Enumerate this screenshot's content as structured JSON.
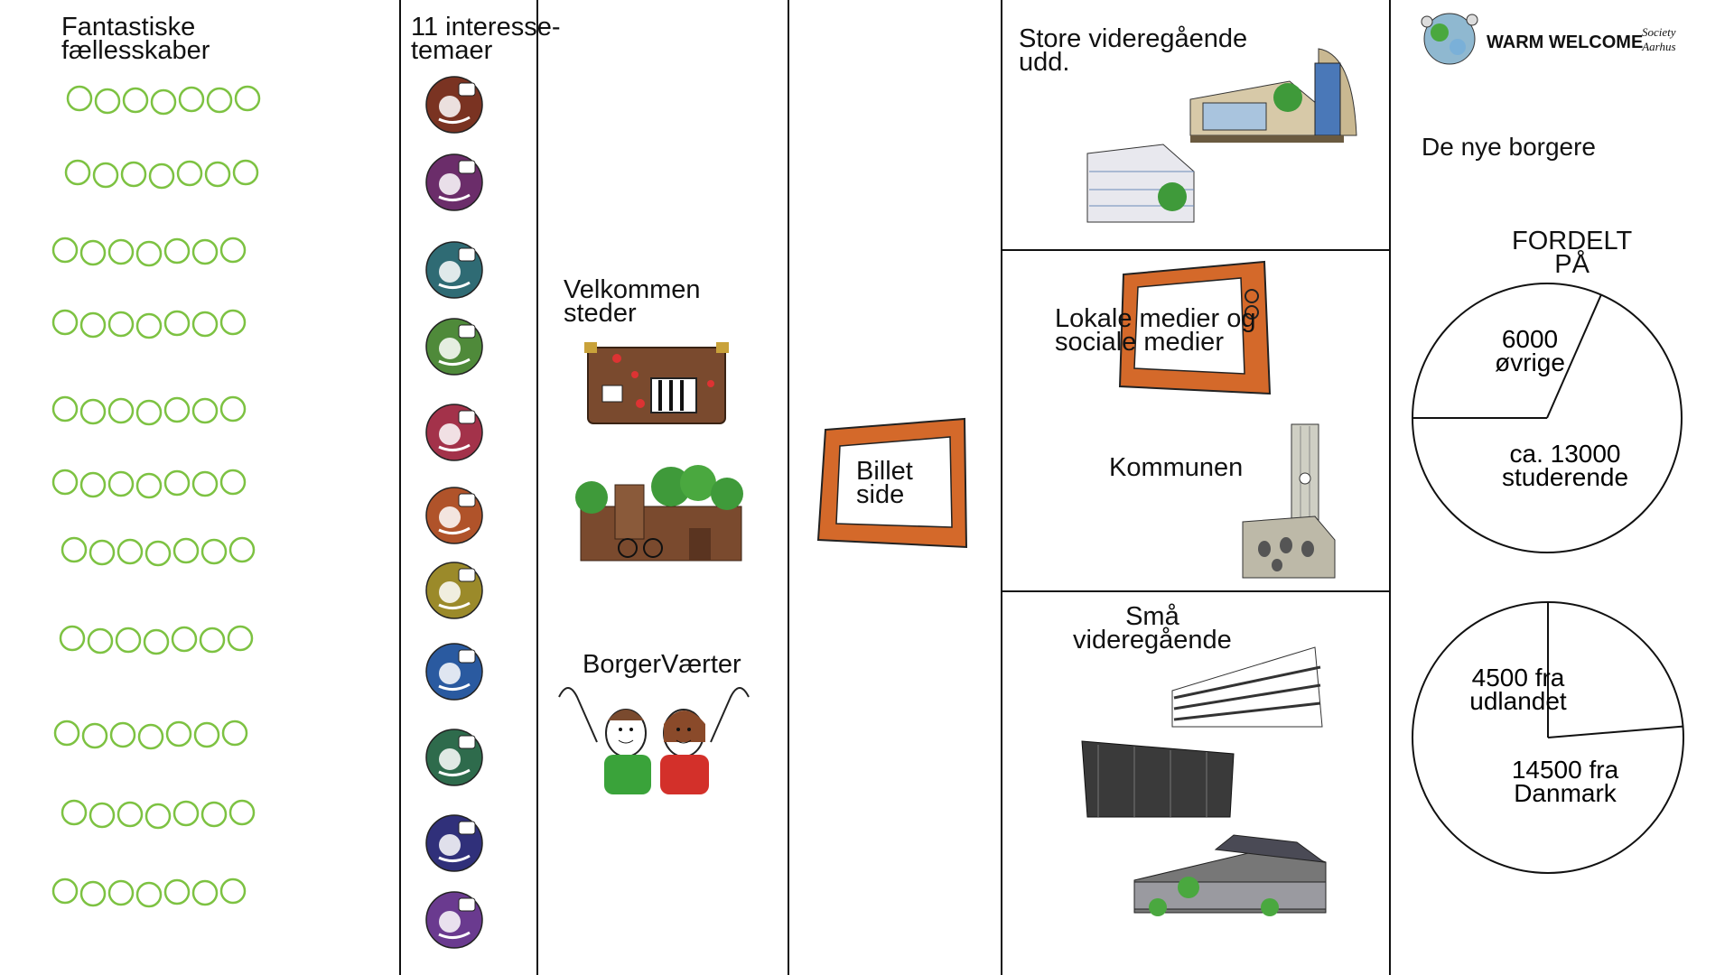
{
  "columns": {
    "communities": {
      "title": "Fantastiske\nfællesskaber",
      "rows": 11,
      "circles_per_row": 7,
      "circle_color": "#7dc242"
    },
    "themes": {
      "title": "11 interesse-\ntemaer",
      "icons": [
        {
          "name": "crafts-icon",
          "color": "#7a3322"
        },
        {
          "name": "music-people-icon",
          "color": "#6b2d6a"
        },
        {
          "name": "theatre-computer-icon",
          "color": "#2f6b74"
        },
        {
          "name": "nature-food-icon",
          "color": "#4f8a3a"
        },
        {
          "name": "helping-hand-icon",
          "color": "#a3324a"
        },
        {
          "name": "handshake-icon",
          "color": "#b0532a"
        },
        {
          "name": "sports-skate-icon",
          "color": "#9b8a2a"
        },
        {
          "name": "ball-sports-icon",
          "color": "#2a5aa0"
        },
        {
          "name": "outdoor-activity-icon",
          "color": "#2e6b4c"
        },
        {
          "name": "ideas-money-icon",
          "color": "#30307a"
        },
        {
          "name": "music-note-icon",
          "color": "#6a3a8f"
        }
      ]
    },
    "places": {
      "title": "Velkommen\nsteder",
      "hosts_label": "BorgerVærter"
    },
    "ticket": {
      "label": "Billet\nside",
      "frame_color": "#d4692a"
    },
    "institutions": {
      "large_edu": "Store videregående\nudd.",
      "media": "Lokale medier og\nsociale medier",
      "municipality": "Kommunen",
      "small_edu": "Små\nvideregående"
    },
    "citizens": {
      "logo": "WARM WELCOME",
      "logo_script": "Society\nAarhus",
      "title": "De nye borgere",
      "split_title": "FORDELT\nPÅ"
    }
  },
  "chart_data": [
    {
      "type": "pie",
      "labels": [
        "6000\nøvrige",
        "ca. 13000\nstuderende"
      ],
      "values": [
        6000,
        13000
      ]
    },
    {
      "type": "pie",
      "labels": [
        "4500 fra\nudlandet",
        "14500 fra\nDanmark"
      ],
      "values": [
        4500,
        14500
      ]
    }
  ]
}
